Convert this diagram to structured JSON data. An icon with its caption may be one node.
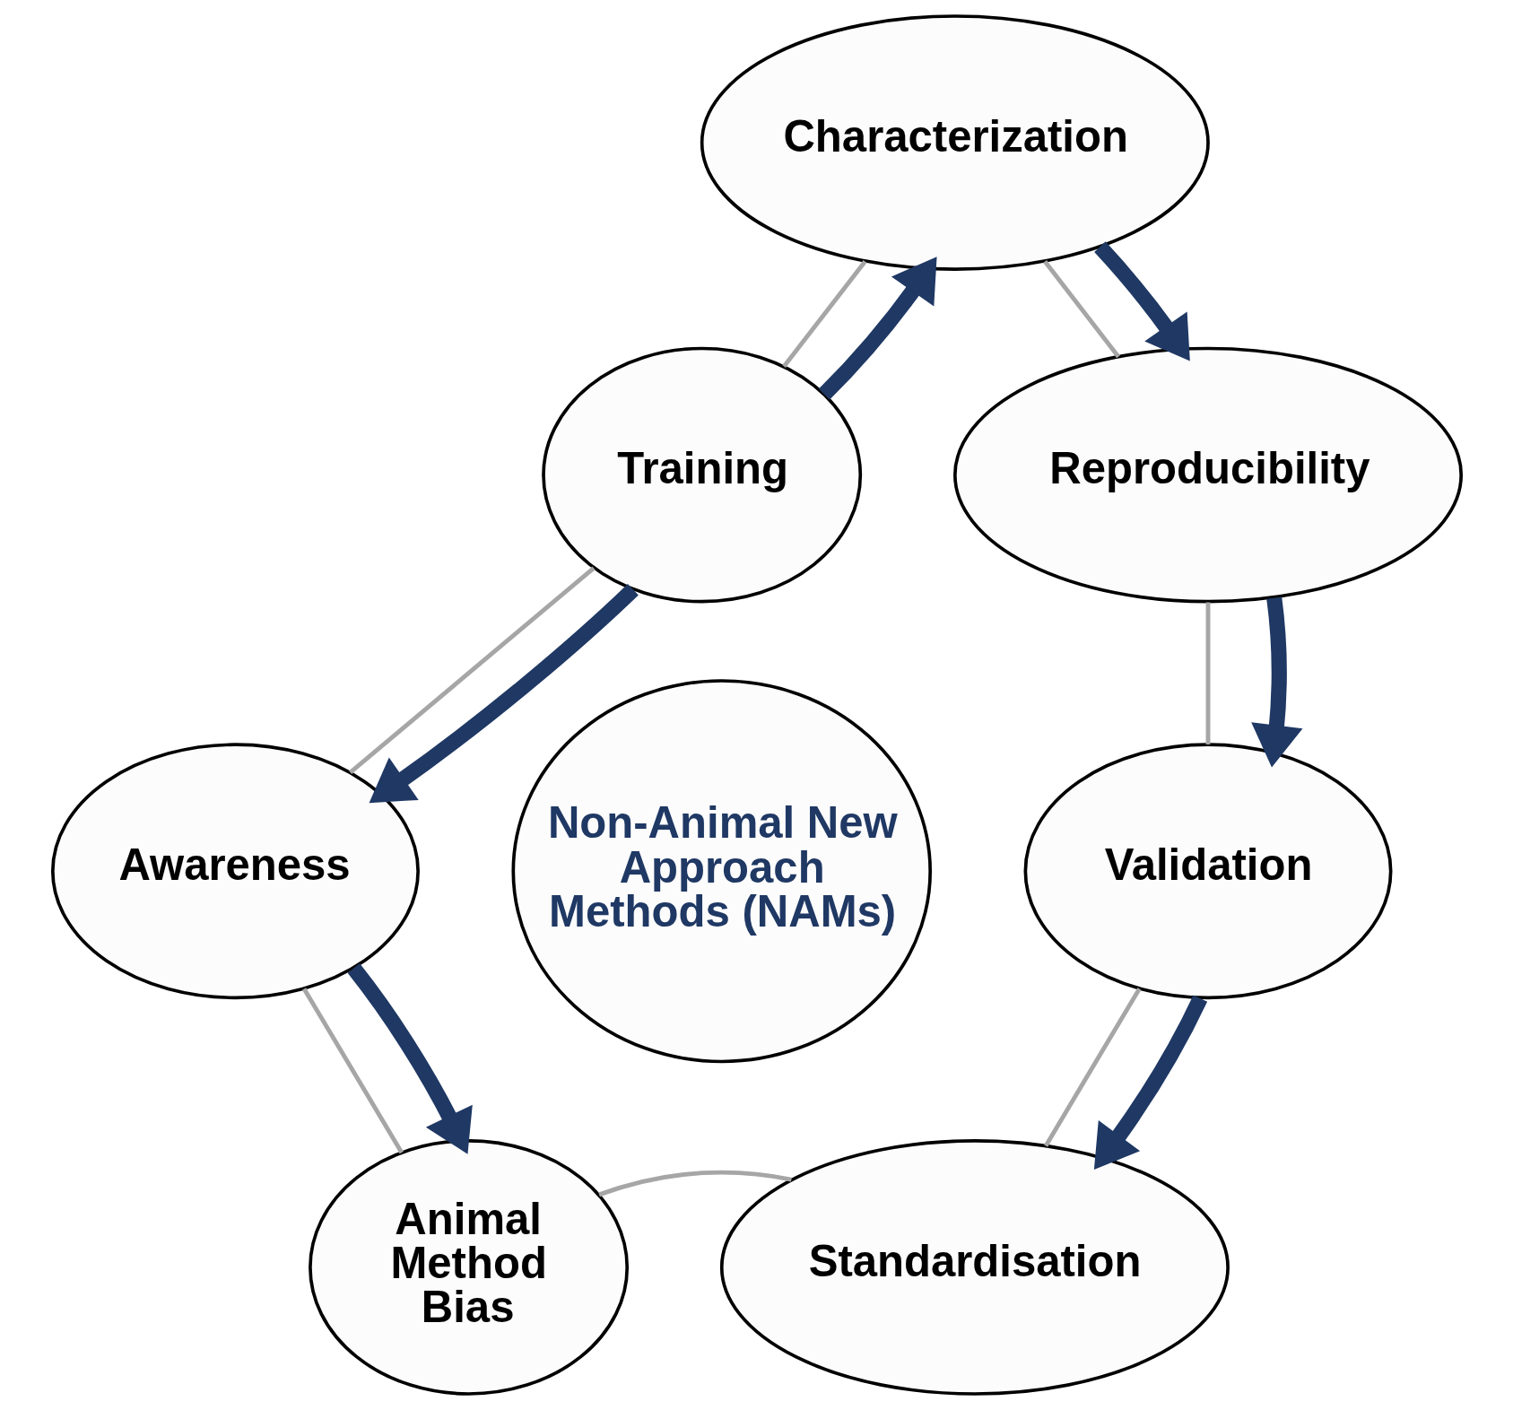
{
  "diagram": {
    "nodes": [
      {
        "text": [
          "Non-Animal New Approach Methods (NAMs)"
        ]
      },
      {
        "text": [
          "Characterization"
        ]
      },
      {
        "text": [
          "Reproducibility"
        ]
      },
      {
        "text": [
          "Validation"
        ]
      },
      {
        "text": [
          "Standardisation"
        ]
      },
      {
        "text": [
          "Animal Method Bias"
        ]
      },
      {
        "text": [
          "Awareness"
        ]
      },
      {
        "text": [
          "Training"
        ]
      }
    ],
    "edges": [
      {
        "from": 1,
        "to": 2,
        "arrow": "none"
      },
      {
        "from": 2,
        "to": 3,
        "arrow": "none"
      },
      {
        "from": 3,
        "to": 4,
        "arrow": "none"
      },
      {
        "from": 5,
        "to": 4,
        "arrow": "none"
      },
      {
        "from": 6,
        "to": 5,
        "arrow": "none"
      },
      {
        "from": 7,
        "to": 6,
        "arrow": "none"
      },
      {
        "from": 7,
        "to": 1,
        "arrow": "none"
      },
      {
        "from": 7,
        "to": 1,
        "arrow": "to",
        "style": "thick",
        "color": "#1f3864"
      },
      {
        "from": 1,
        "to": 2,
        "arrow": "to",
        "style": "thick",
        "color": "#1f3864"
      },
      {
        "from": 2,
        "to": 3,
        "arrow": "to",
        "style": "thick",
        "color": "#1f3864"
      },
      {
        "from": 3,
        "to": 4,
        "arrow": "to",
        "style": "thick",
        "color": "#1f3864"
      },
      {
        "from": 7,
        "to": 6,
        "arrow": "to",
        "style": "thick",
        "color": "#1f3864"
      },
      {
        "from": 6,
        "to": 5,
        "arrow": "to",
        "style": "thick",
        "color": "#1f3864"
      }
    ]
  }
}
